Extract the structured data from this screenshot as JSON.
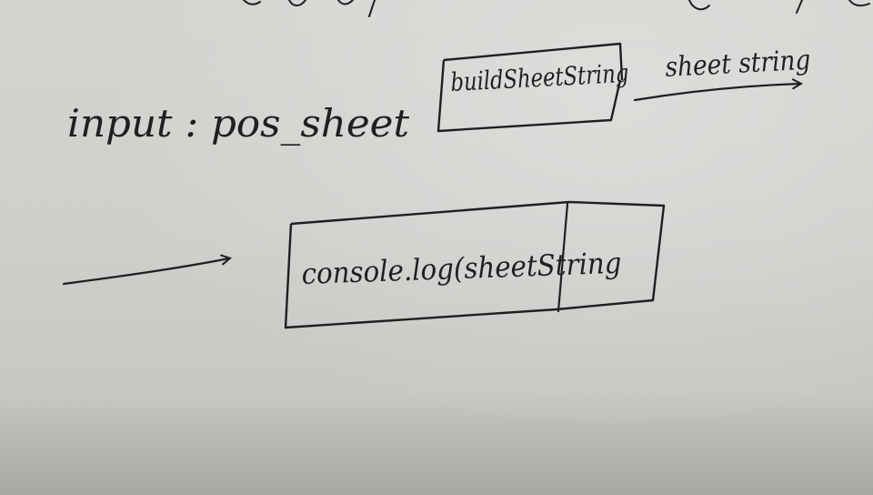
{
  "diagram": {
    "input_label": "input : pos_sheet",
    "function_box": "buildSheetString",
    "output_label": "sheet string",
    "log_box": "console.log(sheetString"
  },
  "colors": {
    "paper": "#d1d2ce",
    "ink": "#1f1f22"
  }
}
